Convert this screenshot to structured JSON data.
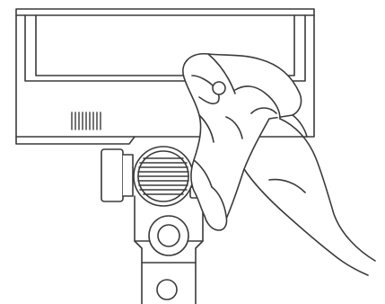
{
  "illustration": {
    "subject": "hand-wiping-brush-head-cover-with-cloth",
    "stroke_color": "#3a3a3a",
    "fill_color": "#ffffff",
    "parts": [
      "brush-head-cover",
      "vent-slots",
      "side-latch",
      "roller-knob",
      "mounting-bracket",
      "cleaning-cloth",
      "hand"
    ]
  }
}
